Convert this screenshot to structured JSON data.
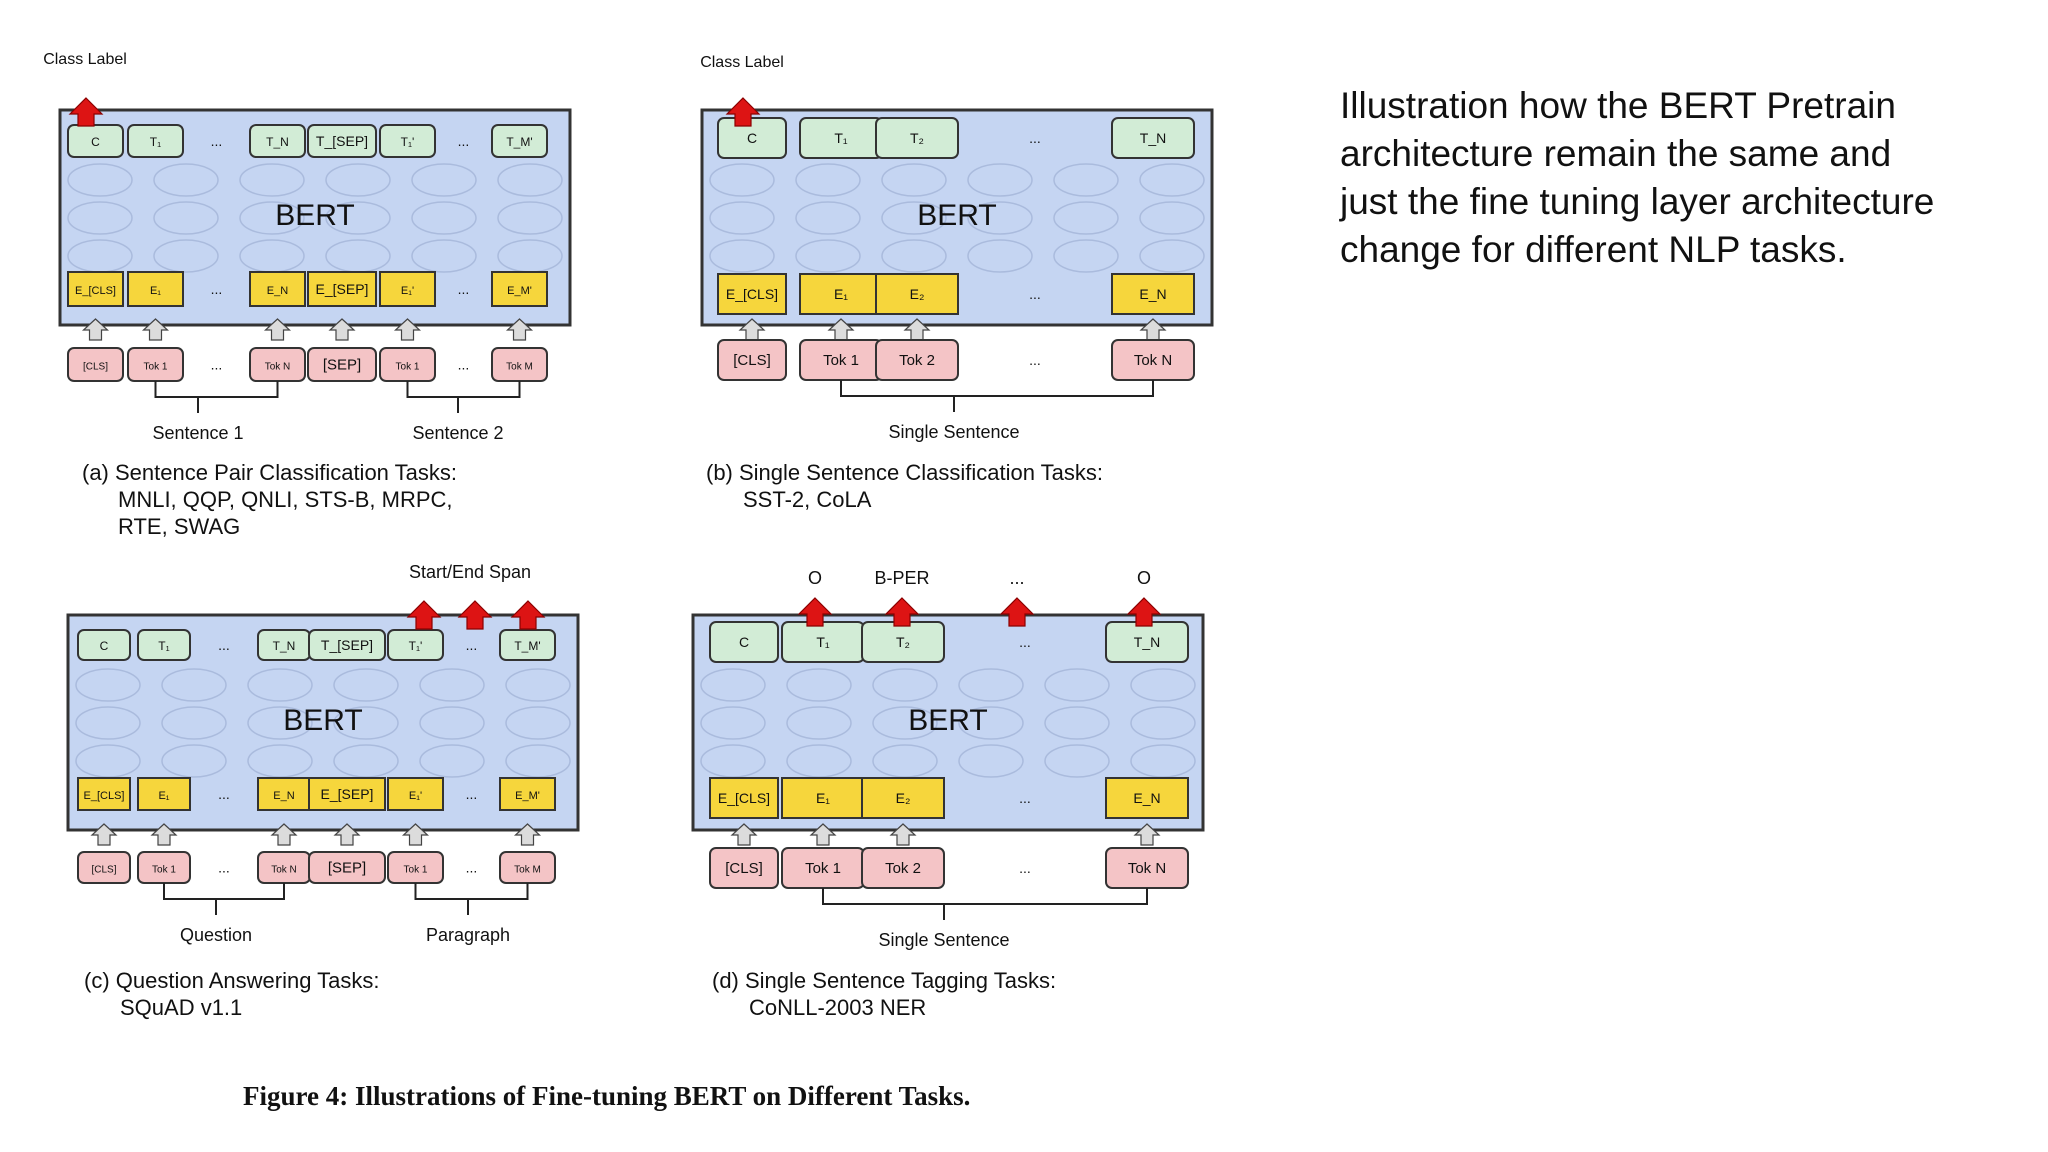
{
  "panels": [
    {
      "model_label": "BERT",
      "top_label": "Class Label",
      "outputs": [
        "C",
        "T₁",
        "...",
        "T_N",
        "T_[SEP]",
        "T₁'",
        "...",
        "T_M'"
      ],
      "embeddings": [
        "E_[CLS]",
        "E₁",
        "...",
        "E_N",
        "E_[SEP]",
        "E₁'",
        "...",
        "E_M'"
      ],
      "tokens": [
        "[CLS]",
        "Tok 1",
        "...",
        "Tok N",
        "[SEP]",
        "Tok 1",
        "...",
        "Tok M"
      ],
      "group_labels": [
        "Sentence 1",
        "Sentence 2"
      ],
      "caption": [
        "(a) Sentence Pair Classification Tasks:",
        "MNLI, QQP, QNLI, STS-B, MRPC,",
        "RTE, SWAG"
      ]
    },
    {
      "model_label": "BERT",
      "top_label": "Class Label",
      "outputs": [
        "C",
        "T₁",
        "T₂",
        "...",
        "T_N"
      ],
      "embeddings": [
        "E_[CLS]",
        "E₁",
        "E₂",
        "...",
        "E_N"
      ],
      "tokens": [
        "[CLS]",
        "Tok 1",
        "Tok 2",
        "...",
        "Tok N"
      ],
      "group_labels": [
        "Single Sentence"
      ],
      "caption": [
        "(b) Single Sentence Classification Tasks:",
        "SST-2, CoLA"
      ]
    },
    {
      "model_label": "BERT",
      "top_label": "Start/End Span",
      "outputs": [
        "C",
        "T₁",
        "...",
        "T_N",
        "T_[SEP]",
        "T₁'",
        "...",
        "T_M'"
      ],
      "embeddings": [
        "E_[CLS]",
        "E₁",
        "...",
        "E_N",
        "E_[SEP]",
        "E₁'",
        "...",
        "E_M'"
      ],
      "tokens": [
        "[CLS]",
        "Tok 1",
        "...",
        "Tok N",
        "[SEP]",
        "Tok 1",
        "...",
        "Tok M"
      ],
      "group_labels": [
        "Question",
        "Paragraph"
      ],
      "caption": [
        "(c) Question Answering Tasks:",
        "SQuAD v1.1"
      ]
    },
    {
      "model_label": "BERT",
      "tag_labels": [
        "O",
        "B-PER",
        "...",
        "O"
      ],
      "outputs": [
        "C",
        "T₁",
        "T₂",
        "...",
        "T_N"
      ],
      "embeddings": [
        "E_[CLS]",
        "E₁",
        "E₂",
        "...",
        "E_N"
      ],
      "tokens": [
        "[CLS]",
        "Tok 1",
        "Tok 2",
        "...",
        "Tok N"
      ],
      "group_labels": [
        "Single Sentence"
      ],
      "caption": [
        "(d) Single Sentence Tagging Tasks:",
        "CoNLL-2003 NER"
      ]
    }
  ],
  "figure_caption": "Figure 4: Illustrations of Fine-tuning BERT on Different Tasks.",
  "side_note": [
    "Illustration how the BERT Pretrain",
    "architecture remain the same and",
    "just the fine tuning layer architecture",
    "change for different NLP tasks."
  ],
  "colors": {
    "model_fill": "#c5d5f2",
    "model_stroke": "#333333",
    "output_fill": "#d2ecd6",
    "embedding_fill": "#f6d63c",
    "token_fill": "#f4c4c6",
    "arrow_red": "#dd1414",
    "arrow_grey": "#dcdcdc"
  }
}
